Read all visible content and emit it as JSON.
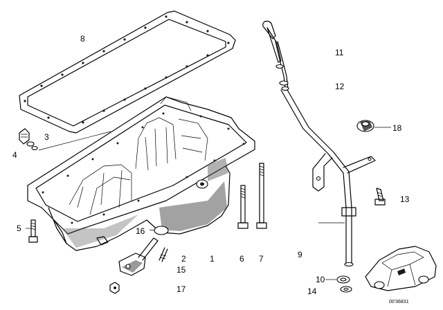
{
  "labels": [
    {
      "id": "8",
      "text": "8"
    },
    {
      "id": "3",
      "text": "3"
    },
    {
      "id": "4",
      "text": "4"
    },
    {
      "id": "5",
      "text": "5"
    },
    {
      "id": "16",
      "text": "16"
    },
    {
      "id": "2",
      "text": "2"
    },
    {
      "id": "15",
      "text": "15"
    },
    {
      "id": "17",
      "text": "17"
    },
    {
      "id": "1",
      "text": "1"
    },
    {
      "id": "6",
      "text": "6"
    },
    {
      "id": "7",
      "text": "7"
    },
    {
      "id": "9",
      "text": "9"
    },
    {
      "id": "10",
      "text": "10"
    },
    {
      "id": "14",
      "text": "14"
    },
    {
      "id": "11",
      "text": "11"
    },
    {
      "id": "12",
      "text": "12"
    },
    {
      "id": "18",
      "text": "18"
    },
    {
      "id": "13",
      "text": "13"
    }
  ],
  "diagram_code": "00'36831"
}
